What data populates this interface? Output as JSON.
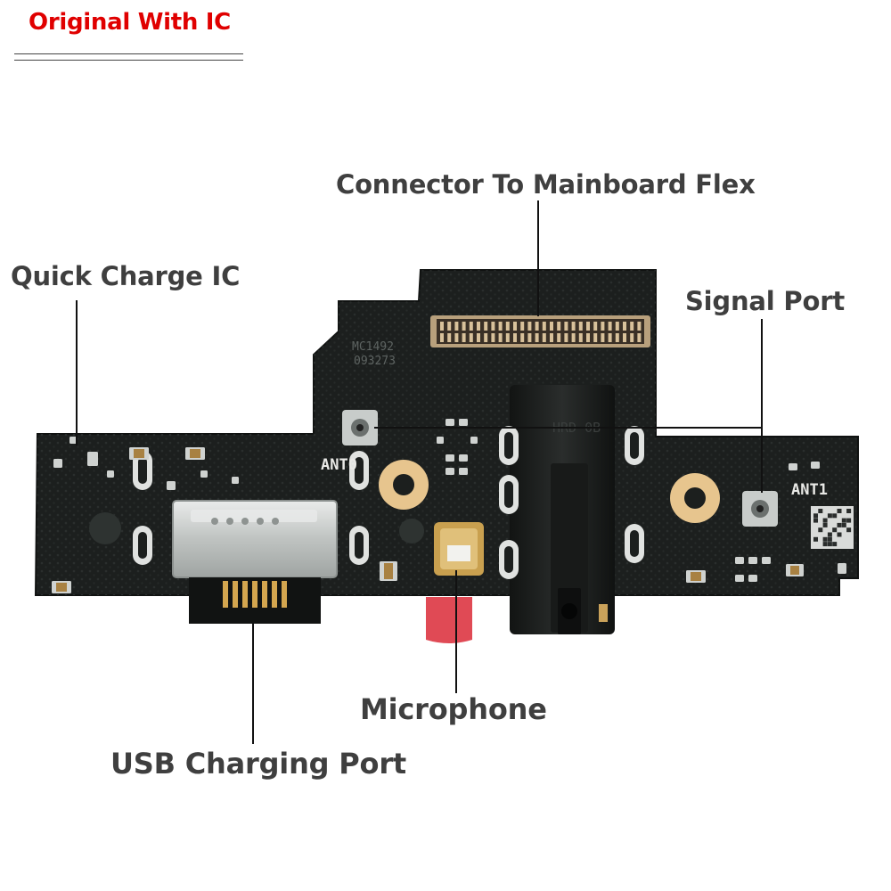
{
  "badge": {
    "text": "Original With IC",
    "color": "#e00000"
  },
  "callouts": {
    "connector": "Connector To Mainboard Flex",
    "quick_charge": "Quick Charge IC",
    "signal_port": "Signal Port",
    "microphone": "Microphone",
    "usb_port": "USB Charging Port"
  },
  "board_marks": {
    "ant0": "ANT0",
    "ant1": "ANT1",
    "jack_text": "HRD 0B",
    "silk_line1": "MC1492",
    "silk_line2": "093273"
  },
  "colors": {
    "label_text": "#3f3f3f",
    "pcb": "#1c1f1e",
    "gold": "#e7c58e",
    "metal": "#cfd2d0",
    "mic_pcb": "#e04a55"
  },
  "icons": [
    "pcb-board",
    "usb-c-port-icon",
    "audio-jack-icon",
    "microphone-icon",
    "board-connector-icon",
    "antenna-port-icon"
  ]
}
